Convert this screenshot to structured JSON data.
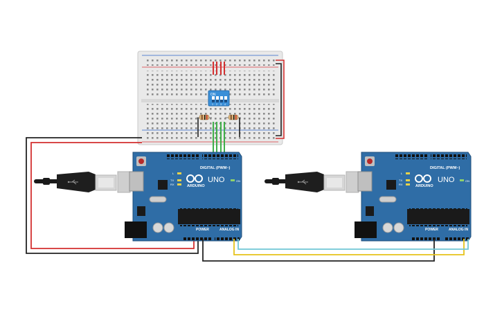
{
  "colors": {
    "board_blue": "#2f6da6",
    "board_edge": "#1f4e7a",
    "breadboard": "#e9e9e9",
    "rail_red": "#d9373b",
    "rail_blue": "#2d63c8",
    "wire_red": "#d32f2f",
    "wire_black": "#222222",
    "wire_green": "#3fae49",
    "wire_yellow": "#e6c21a",
    "wire_cyan": "#6fc7d6",
    "dip_switch": "#3a8fd8"
  },
  "dip_switch": {
    "label": "ON",
    "numbers": [
      "1",
      "2",
      "3",
      "4"
    ]
  },
  "arduino_left": {
    "brand": "ARDUINO",
    "model": "UNO",
    "header_digital": "DIGITAL (PWM~)",
    "header_power": "POWER",
    "header_analog": "ANALOG IN",
    "led_on": "ON",
    "led_l": "L",
    "led_tx": "TX",
    "led_rx": "RX"
  },
  "arduino_right": {
    "brand": "ARDUINO",
    "model": "UNO",
    "header_digital": "DIGITAL (PWM~)",
    "header_power": "POWER",
    "header_analog": "ANALOG IN",
    "led_on": "ON",
    "led_l": "L",
    "led_tx": "TX",
    "led_rx": "RX"
  },
  "usb_left": {
    "icon": "usb-icon"
  },
  "usb_right": {
    "icon": "usb-icon"
  }
}
